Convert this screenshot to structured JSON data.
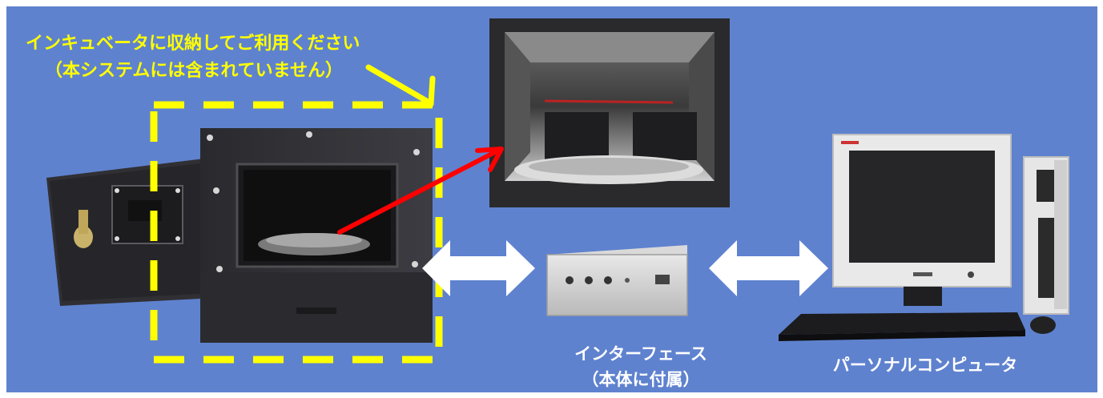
{
  "incubator_note": {
    "line1": "インキュベータに収納してご利用ください",
    "line2": "（本システムには含まれていません）"
  },
  "interface_label": {
    "line1": "インターフェース",
    "line2": "（本体に付属）"
  },
  "pc_label": "パーソナルコンピュータ",
  "colors": {
    "background": "#5f82cf",
    "note_text": "#ffff00",
    "label_text": "#ffffff",
    "dashed_frame": "#ffff00",
    "pointer_arrow": "#ff0000",
    "connector_arrows": "#ffffff"
  }
}
